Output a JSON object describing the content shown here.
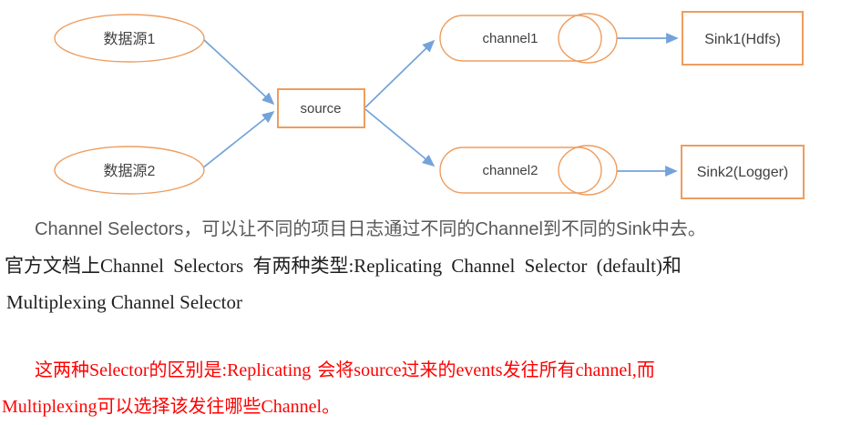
{
  "page": {
    "background": "#FFFFFF"
  },
  "diagram": {
    "description": "Flume channel selector flow diagram",
    "nodes": {
      "datasource1": {
        "label": "数据源1",
        "shape": "ellipse"
      },
      "datasource2": {
        "label": "数据源2",
        "shape": "ellipse"
      },
      "source": {
        "label": "source",
        "shape": "rectangle"
      },
      "channel1": {
        "label": "channel1",
        "shape": "cylinder"
      },
      "channel2": {
        "label": "channel2",
        "shape": "cylinder"
      },
      "sink1": {
        "label": "Sink1(Hdfs)",
        "shape": "rectangle"
      },
      "sink2": {
        "label": "Sink2(Logger)",
        "shape": "rectangle"
      }
    },
    "edges": [
      "datasource1->source",
      "datasource2->source",
      "source->channel1",
      "source->channel2",
      "channel1->sink1",
      "channel2->sink2"
    ],
    "colors": {
      "shape_border": "#EE9D5F",
      "arrow": "#73A3D9",
      "node_label": "#404040"
    }
  },
  "paragraphs": {
    "intro": {
      "first_line_color": "#595959",
      "text_color": "#1F1F1F",
      "lines": [
        "Channel Selectors，可以让不同的项目日志通过不同的Channel到不同的Sink中去。",
        "官方文档上Channel Selectors 有两种类型:Replicating Channel Selector (default)和",
        "Multiplexing Channel Selector"
      ]
    },
    "note": {
      "text_color": "#FF0000",
      "lines": [
        "这两种Selector的区别是:Replicating 会将source过来的events发往所有channel,而",
        "Multiplexing可以选择该发往哪些Channel。"
      ]
    }
  }
}
